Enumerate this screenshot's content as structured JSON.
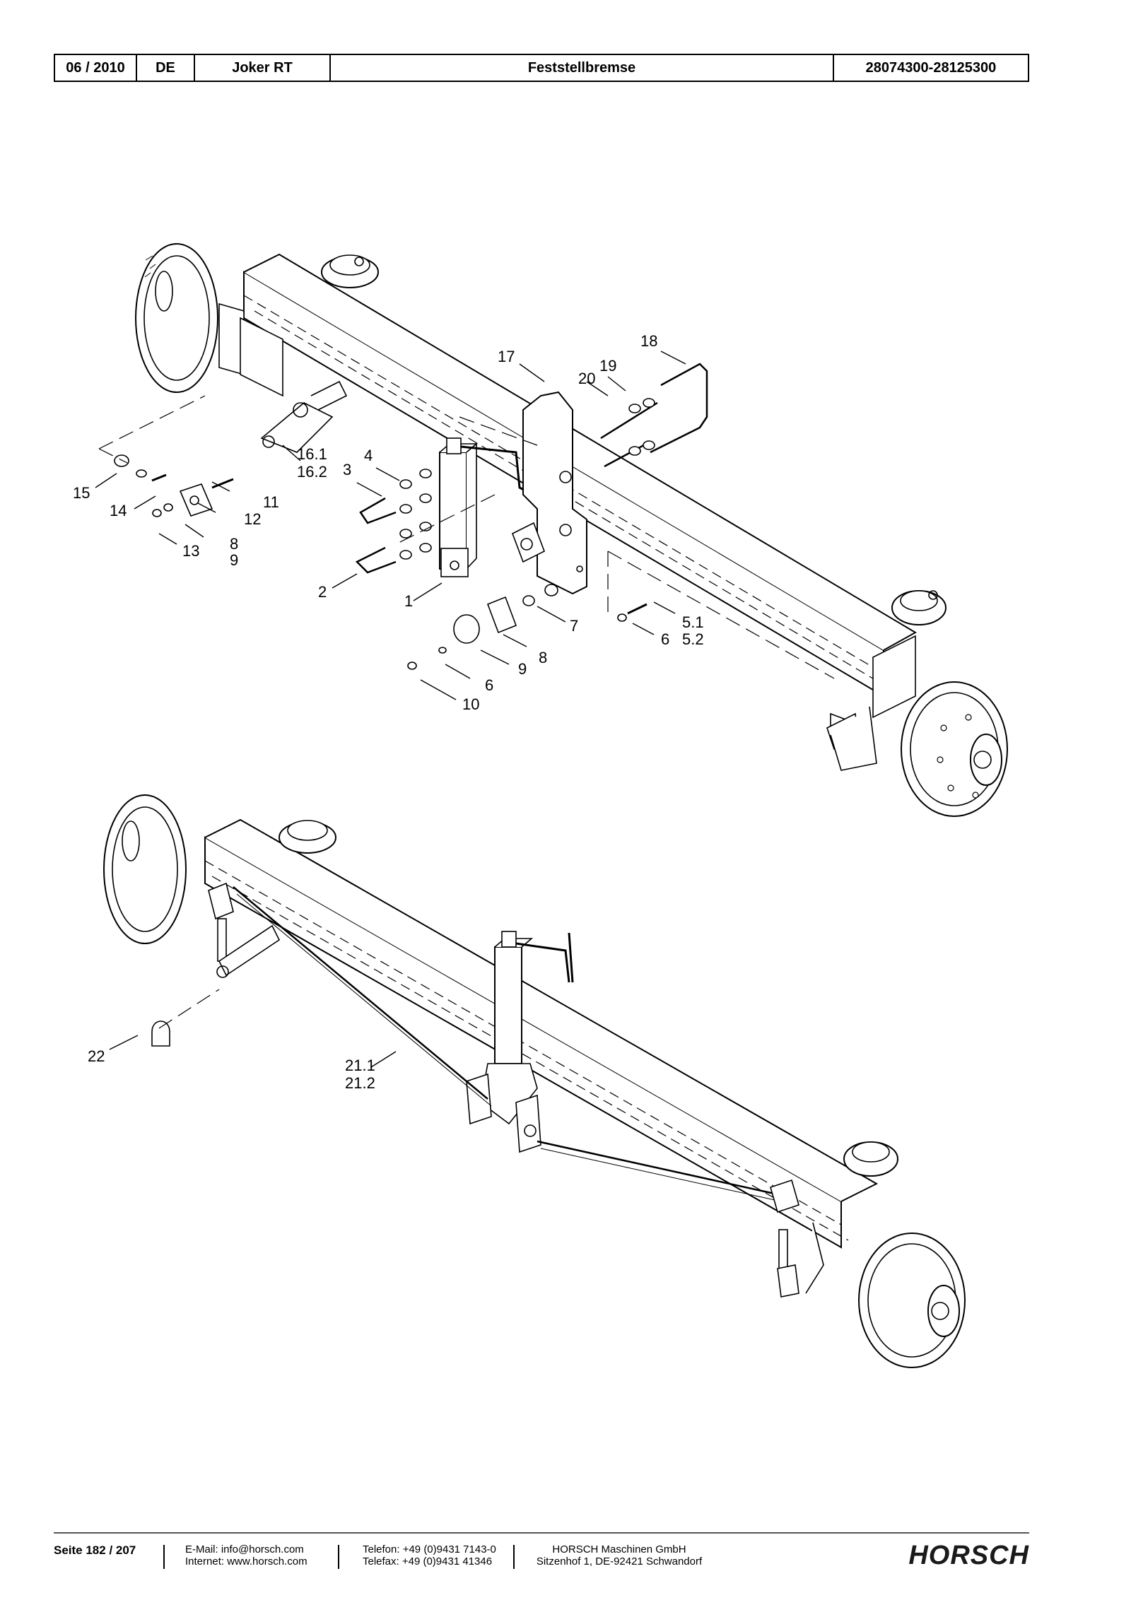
{
  "header": {
    "date": "06 / 2010",
    "language": "DE",
    "model": "Joker RT",
    "title": "Feststellbremse",
    "serial_range": "28074300-28125300"
  },
  "diagram": {
    "labels_top": [
      "18",
      "17",
      "19",
      "20",
      "16.1",
      "16.2",
      "4",
      "3",
      "15",
      "11",
      "14",
      "12",
      "13",
      "8",
      "9",
      "2",
      "1",
      "7",
      "5.1",
      "5.2",
      "6",
      "8",
      "9",
      "6",
      "10"
    ],
    "labels_bottom": [
      "22",
      "21.1",
      "21.2"
    ]
  },
  "footer": {
    "page": "Seite 182 / 207",
    "email": "E-Mail: info@horsch.com",
    "internet": "Internet: www.horsch.com",
    "phone": "Telefon: +49 (0)9431 7143-0",
    "fax": "Telefax: +49 (0)9431 41346",
    "company": "HORSCH Maschinen GmbH",
    "address": "Sitzenhof 1, DE-92421 Schwandorf",
    "brand": "HORSCH"
  }
}
